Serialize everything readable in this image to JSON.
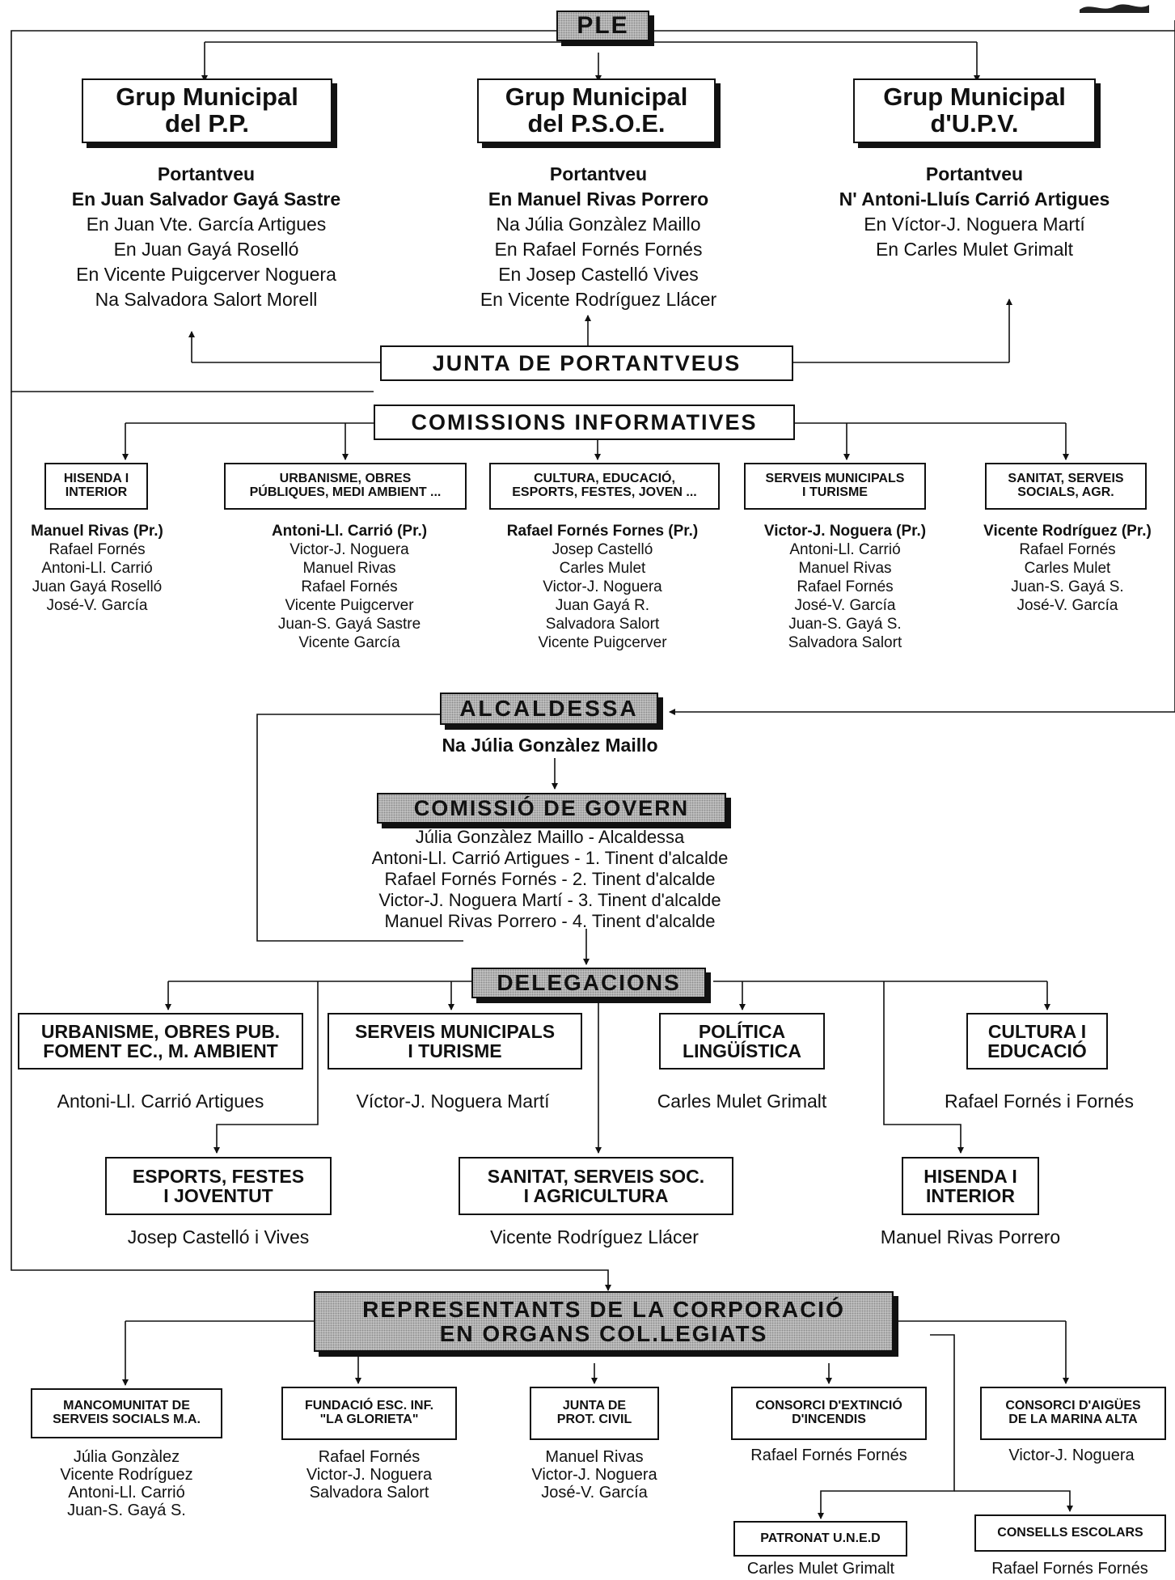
{
  "ple": "PLE",
  "groups": [
    {
      "title1": "Grup Municipal",
      "title2": "del P.P.",
      "spokes_label": "Portantveu",
      "spokes_name": "En Juan Salvador Gayá Sastre",
      "members": [
        "En Juan Vte. García Artigues",
        "En Juan Gayá Roselló",
        "En Vicente Puigcerver Noguera",
        "Na Salvadora Salort Morell"
      ]
    },
    {
      "title1": "Grup Municipal",
      "title2": "del P.S.O.E.",
      "spokes_label": "Portantveu",
      "spokes_name": "En Manuel Rivas Porrero",
      "members": [
        "Na Júlia Gonzàlez Maillo",
        "En Rafael Fornés Fornés",
        "En Josep Castelló Vives",
        "En Vicente Rodríguez Llácer"
      ]
    },
    {
      "title1": "Grup Municipal",
      "title2": "d'U.P.V.",
      "spokes_label": "Portantveu",
      "spokes_name": "N' Antoni-Lluís Carrió Artigues",
      "members": [
        "En Víctor-J. Noguera Martí",
        "En Carles Mulet Grimalt"
      ]
    }
  ],
  "junta": "JUNTA DE PORTANTVEUS",
  "comissions": "COMISSIONS INFORMATIVES",
  "committees": [
    {
      "title1": "HISENDA I",
      "title2": "INTERIOR",
      "chair": "Manuel Rivas (Pr.)",
      "members": [
        "Rafael Fornés",
        "Antoni-Ll. Carrió",
        "Juan Gayá Roselló",
        "José-V. García"
      ]
    },
    {
      "title1": "URBANISME, OBRES",
      "title2": "PÚBLIQUES, MEDI AMBIENT ...",
      "chair": "Antoni-Ll. Carrió (Pr.)",
      "members": [
        "Victor-J. Noguera",
        "Manuel Rivas",
        "Rafael Fornés",
        "Vicente Puigcerver",
        "Juan-S. Gayá Sastre",
        "Vicente García"
      ]
    },
    {
      "title1": "CULTURA, EDUCACIÓ,",
      "title2": "ESPORTS, FESTES, JOVEN ...",
      "chair": "Rafael Fornés Fornes (Pr.)",
      "members": [
        "Josep Castelló",
        "Carles Mulet",
        "Victor-J. Noguera",
        "Juan Gayá R.",
        "Salvadora Salort",
        "Vicente Puigcerver"
      ]
    },
    {
      "title1": "SERVEIS MUNICIPALS",
      "title2": "I TURISME",
      "chair": "Victor-J. Noguera (Pr.)",
      "members": [
        "Antoni-Ll. Carrió",
        "Manuel Rivas",
        "Rafael Fornés",
        "José-V. García",
        "Juan-S. Gayá S.",
        "Salvadora Salort"
      ]
    },
    {
      "title1": "SANITAT, SERVEIS",
      "title2": "SOCIALS, AGR.",
      "chair": "Vicente Rodríguez (Pr.)",
      "members": [
        "Rafael Fornés",
        "Carles Mulet",
        "Juan-S. Gayá S.",
        "José-V. García"
      ]
    }
  ],
  "alcaldessa": {
    "title": "ALCALDESSA",
    "name": "Na Júlia Gonzàlez Maillo"
  },
  "govern": {
    "title": "COMISSIÓ DE GOVERN",
    "members": [
      "Júlia Gonzàlez Maillo - Alcaldessa",
      "Antoni-Ll. Carrió Artigues - 1. Tinent d'alcalde",
      "Rafael Fornés Fornés - 2. Tinent d'alcalde",
      "Victor-J. Noguera Martí - 3. Tinent d'alcalde",
      "Manuel Rivas Porrero - 4. Tinent d'alcalde"
    ]
  },
  "delegacions": "DELEGACIONS",
  "deleg": [
    {
      "title1": "URBANISME, OBRES PUB.",
      "title2": "FOMENT EC., M. AMBIENT",
      "name": "Antoni-Ll. Carrió Artigues"
    },
    {
      "title1": "SERVEIS MUNICIPALS",
      "title2": "I TURISME",
      "name": "Víctor-J. Noguera Martí"
    },
    {
      "title1": "POLÍTICA",
      "title2": "LINGÜÍSTICA",
      "name": "Carles Mulet Grimalt"
    },
    {
      "title1": "CULTURA I",
      "title2": "EDUCACIÓ",
      "name": "Rafael Fornés i Fornés"
    },
    {
      "title1": "ESPORTS, FESTES",
      "title2": "I JOVENTUT",
      "name": "Josep Castelló i Vives"
    },
    {
      "title1": "SANITAT, SERVEIS SOC.",
      "title2": "I AGRICULTURA",
      "name": "Vicente Rodríguez Llácer"
    },
    {
      "title1": "HISENDA I",
      "title2": "INTERIOR",
      "name": "Manuel Rivas Porrero"
    }
  ],
  "representants": {
    "title1": "REPRESENTANTS DE LA CORPORACIÓ",
    "title2": "EN ORGANS COL.LEGIATS"
  },
  "organs": [
    {
      "title1": "MANCOMUNITAT DE",
      "title2": "SERVEIS SOCIALS M.A.",
      "members": [
        "Júlia Gonzàlez",
        "Vicente Rodríguez",
        "Antoni-Ll. Carrió",
        "Juan-S. Gayá S."
      ]
    },
    {
      "title1": "FUNDACIÓ ESC. INF.",
      "title2": "\"LA GLORIETA\"",
      "members": [
        "Rafael Fornés",
        "Victor-J. Noguera",
        "Salvadora Salort"
      ]
    },
    {
      "title1": "JUNTA DE",
      "title2": "PROT. CIVIL",
      "members": [
        "Manuel Rivas",
        "Victor-J. Noguera",
        "José-V. García"
      ]
    },
    {
      "title1": "CONSORCI D'EXTINCIÓ",
      "title2": "D'INCENDIS",
      "members": [
        "Rafael Fornés Fornés"
      ]
    },
    {
      "title1": "CONSORCI D'AIGÜES",
      "title2": "DE LA MARINA ALTA",
      "members": [
        "Victor-J. Noguera"
      ]
    },
    {
      "title1": "PATRONAT U.N.E.D",
      "title2": "",
      "members": [
        "Carles Mulet Grimalt"
      ]
    },
    {
      "title1": "CONSELLS ESCOLARS",
      "title2": "",
      "members": [
        "Rafael Fornés Fornés"
      ]
    }
  ]
}
